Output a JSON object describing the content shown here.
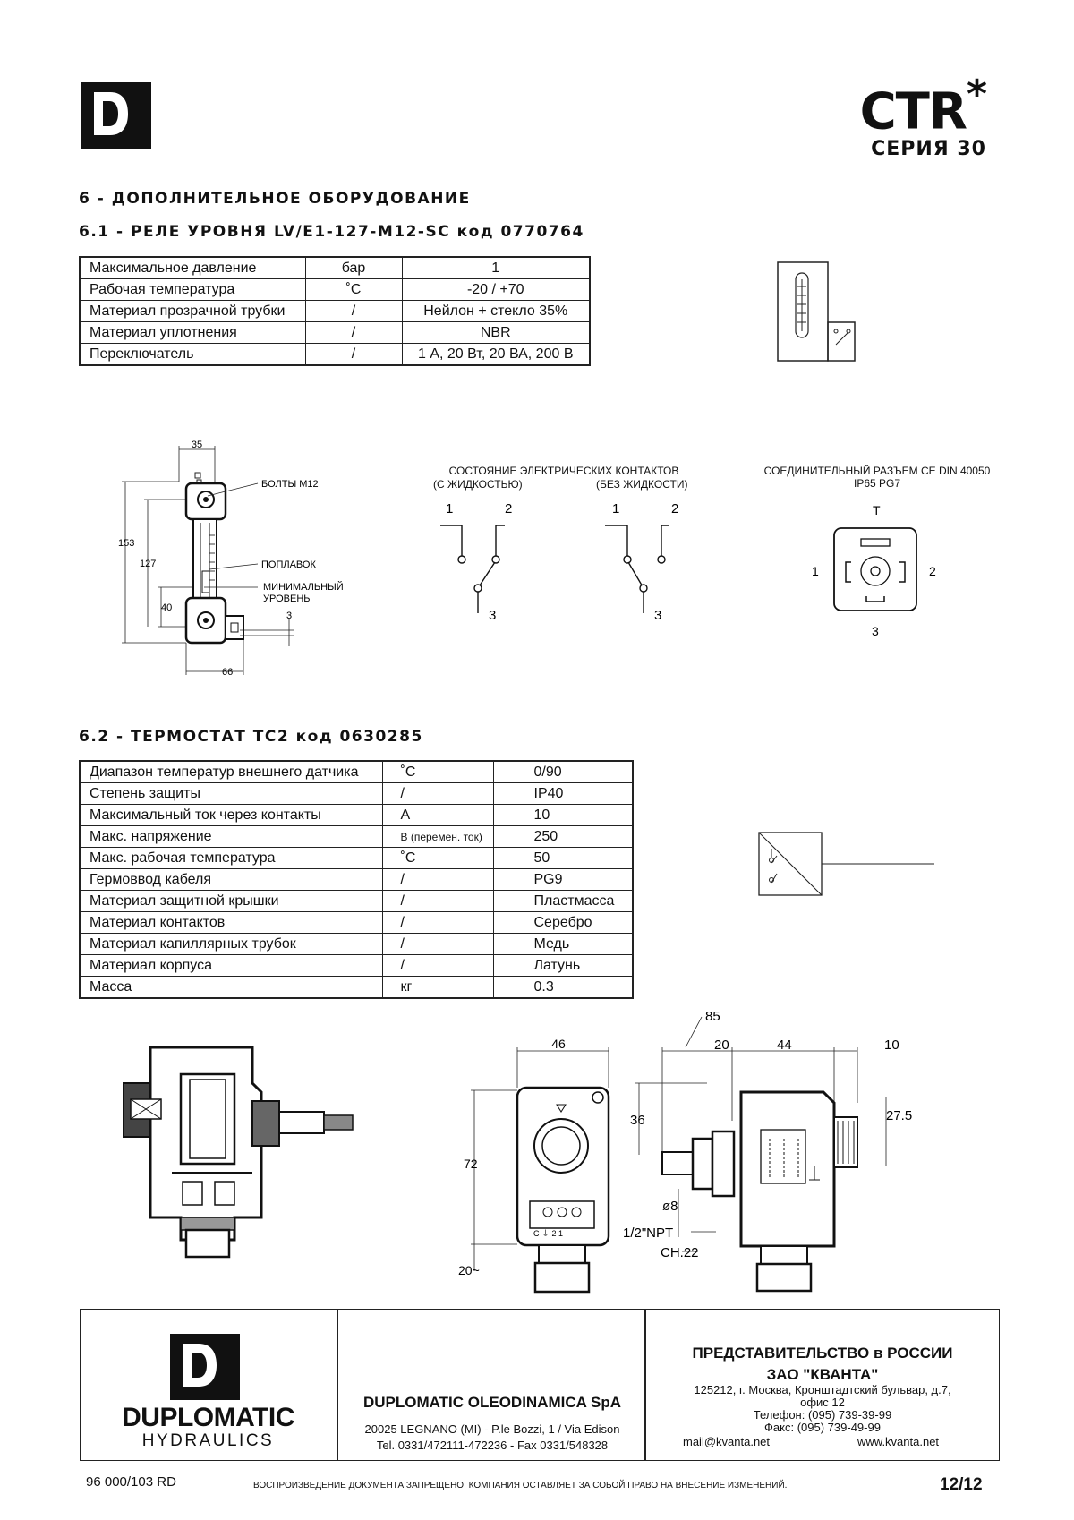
{
  "header": {
    "title": "CTR",
    "title_suffix": "*",
    "series": "СЕРИЯ 30"
  },
  "section6": {
    "title": "6 - ДОПОЛНИТЕЛЬНОЕ ОБОРУДОВАНИЕ"
  },
  "section61": {
    "title": "6.1 - РЕЛЕ УРОВНЯ LV/E1-127-M12-SC код 0770764",
    "rows": [
      [
        "Максимальное давление",
        "бар",
        "1"
      ],
      [
        "Рабочая температура",
        "˚C",
        "-20 / +70"
      ],
      [
        "Материал прозрачной трубки",
        "/",
        "Нейлон + стекло 35%"
      ],
      [
        "Материал уплотнения",
        "/",
        "NBR"
      ],
      [
        "Переключатель",
        "/",
        "1 А, 20 Вт, 20 ВА, 200 В"
      ]
    ],
    "drawing": {
      "dim_35": "35",
      "dim_153": "153",
      "dim_127": "127",
      "dim_40": "40",
      "dim_3": "3",
      "dim_66": "66",
      "label_bolts": "БОЛТЫ M12",
      "label_float": "ПОПЛАВОК",
      "label_min1": "МИНИМАЛЬНЫЙ",
      "label_min2": "УРОВЕНЬ"
    },
    "contacts": {
      "title": "СОСТОЯНИЕ ЭЛЕКТРИЧЕСКИХ КОНТАКТОВ",
      "with_liquid": "(С ЖИДКОСТЬЮ)",
      "without_liquid": "(БЕЗ ЖИДКОСТИ)",
      "n1": "1",
      "n2": "2",
      "n3": "3"
    },
    "connector": {
      "title1": "СОЕДИНИТЕЛЬНЫЙ РАЗЪЕМ CE DIN 40050",
      "title2": "IP65 PG7",
      "t": "T",
      "p1": "1",
      "p2": "2",
      "p3": "3"
    }
  },
  "section62": {
    "title": "6.2 - ТЕРМОСТАТ TC2 код 0630285",
    "rows": [
      [
        "Диапазон температур внешнего датчика",
        "˚C",
        "0/90"
      ],
      [
        "Степень защиты",
        "/",
        "IP40"
      ],
      [
        "Максимальный ток через контакты",
        "A",
        "10"
      ],
      [
        "Макс. напряжение",
        "В (перемен. ток)",
        "250"
      ],
      [
        "Макс. рабочая температура",
        "˚C",
        "50"
      ],
      [
        "Гермоввод кабеля",
        "/",
        "PG9"
      ],
      [
        "Материал защитной крышки",
        "/",
        "Пластмасса"
      ],
      [
        "Материал контактов",
        "/",
        "Серебро"
      ],
      [
        "Материал капиллярных трубок",
        "/",
        "Медь"
      ],
      [
        "Материал корпуса",
        "/",
        "Латунь"
      ],
      [
        "Масса",
        "кг",
        "0.3"
      ]
    ],
    "drawing": {
      "d85": "85",
      "d46": "46",
      "d20": "20",
      "d44": "44",
      "d10": "10",
      "d36": "36",
      "d27_5": "27.5",
      "d72": "72",
      "d20t": "20~",
      "dphi8": "ø8",
      "npt": "1/2\"NPT",
      "ch22": "CH.22",
      "terminals": "C ⏚ 2 1"
    }
  },
  "footer": {
    "brand1": "DUPLOMATIC",
    "brand2": "HYDRAULICS",
    "company": "DUPLOMATIC OLEODINAMICA SpA",
    "addr1": "20025 LEGNANO (MI) - P.le Bozzi, 1 / Via Edison",
    "addr2": "Tel. 0331/472111-472236 - Fax 0331/548328",
    "rep_title": "ПРЕДСТАВИТЕЛЬСТВО в РОССИИ",
    "rep_company": "ЗАО \"КВАНТА\"",
    "rep_addr1": "125212, г. Москва, Кронштадтский бульвар, д.7,",
    "rep_addr2": "офис 12",
    "rep_phone": "Телефон: (095) 739-39-99",
    "rep_fax": "Факс: (095) 739-49-99",
    "rep_mail": "mail@kvanta.net",
    "rep_web": "www.kvanta.net",
    "doc_code": "96 000/103 RD",
    "notice": "ВОСПРОИЗВЕДЕНИЕ ДОКУМЕНТА ЗАПРЕЩЕНО.  КОМПАНИЯ ОСТАВЛЯЕТ ЗА СОБОЙ ПРАВО НА ВНЕСЕНИЕ ИЗМЕНЕНИЙ.",
    "page": "12/12"
  }
}
